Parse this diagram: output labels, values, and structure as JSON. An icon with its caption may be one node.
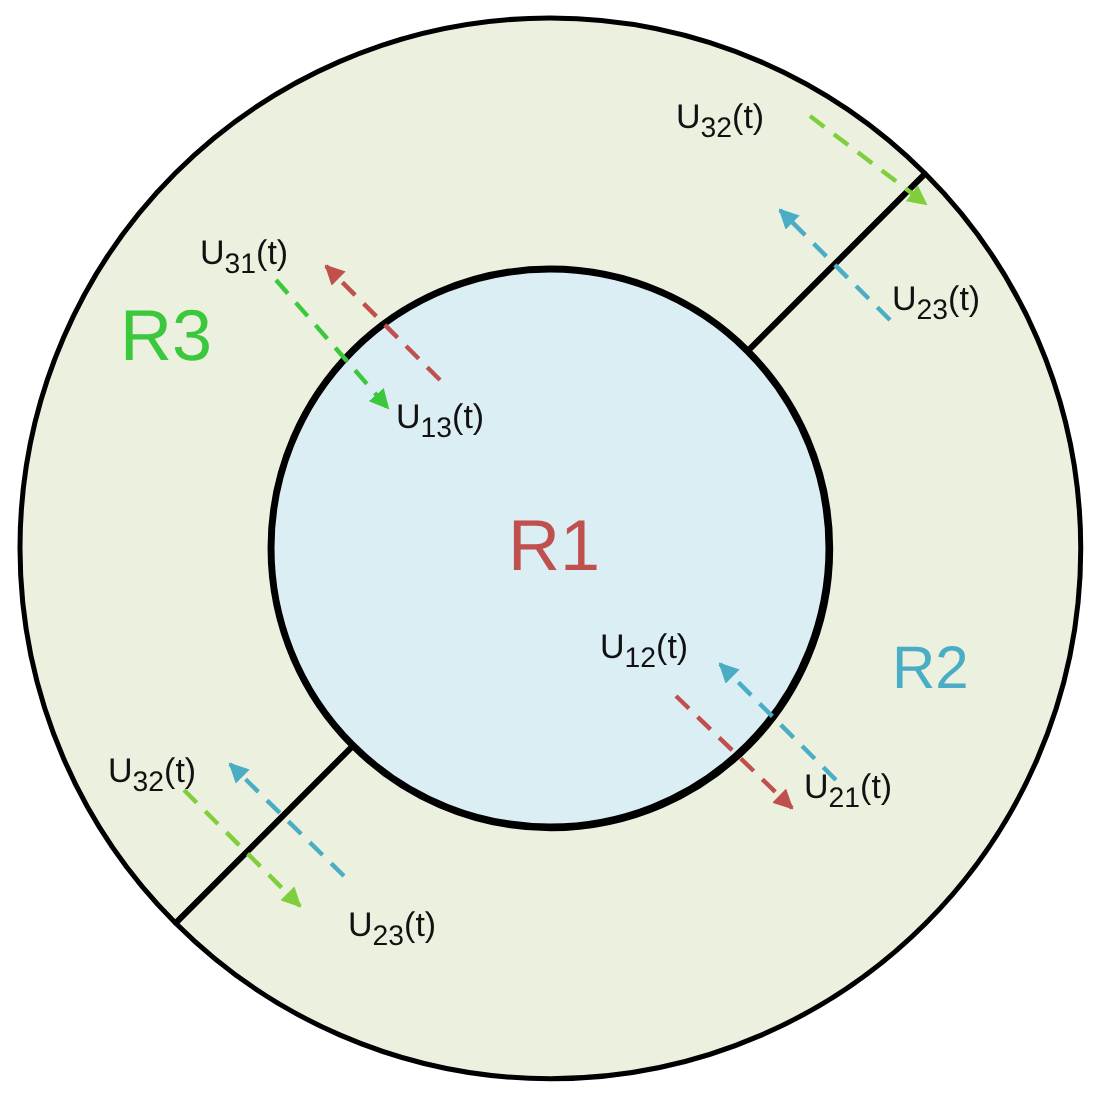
{
  "diagram": {
    "nodes": [
      {
        "text": [
          "R3"
        ]
      },
      {
        "text": [
          "R1"
        ]
      },
      {
        "text": [
          "R2"
        ]
      }
    ],
    "edges": [
      {
        "from": 1,
        "to": 0,
        "arrow": "to",
        "label": "U$_{13}$(t)",
        "style": "dashed",
        "color": "#c0504d"
      },
      {
        "from": 0,
        "to": 1,
        "arrow": "to",
        "label": "U$_{31}$(t)",
        "style": "dashed",
        "color": "#3cc83c"
      },
      {
        "from": 0,
        "to": 2,
        "arrow": "to",
        "label": "U$_{32}$(t)",
        "style": "dashed",
        "color": "#7fce3c"
      },
      {
        "from": 2,
        "to": 0,
        "arrow": "to",
        "label": "U$_{23}$(t)",
        "style": "dashed",
        "color": "#4bacc6"
      },
      {
        "from": 0,
        "to": 2,
        "arrow": "to",
        "label": "U$_{32}$(t)",
        "style": "dashed",
        "color": "#7fce3c"
      },
      {
        "from": 2,
        "to": 0,
        "arrow": "to",
        "label": "U$_{23}$(t)",
        "style": "dashed",
        "color": "#4bacc6"
      },
      {
        "from": 1,
        "to": 2,
        "arrow": "to",
        "label": "U$_{12}$(t)",
        "style": "dashed",
        "color": "#c0504d"
      },
      {
        "from": 2,
        "to": 1,
        "arrow": "to",
        "label": "U$_{21}$(t)",
        "style": "dashed",
        "color": "#4bacc6"
      }
    ]
  }
}
